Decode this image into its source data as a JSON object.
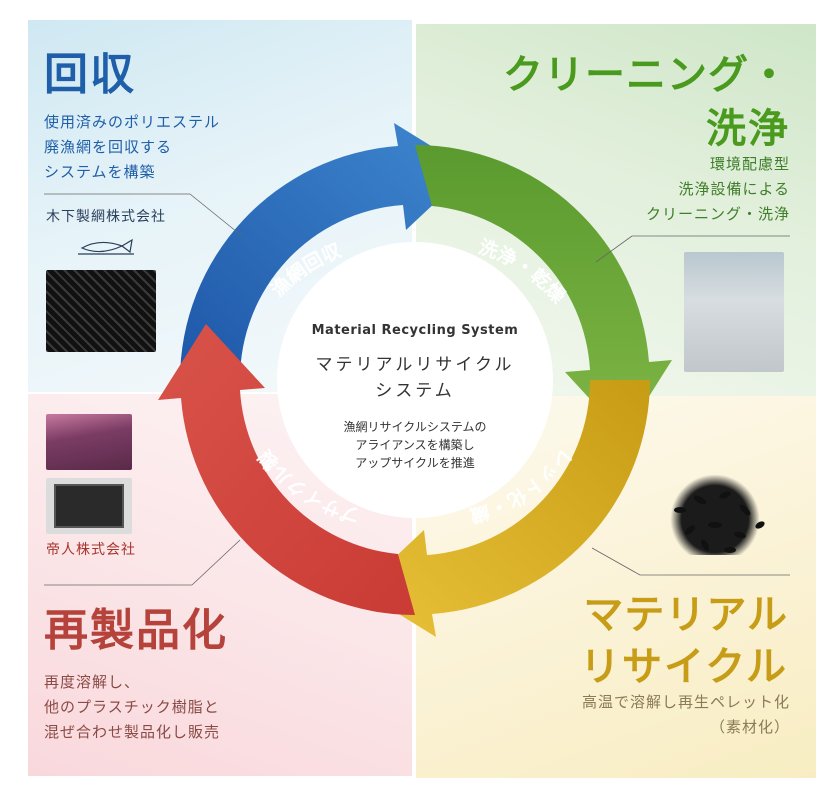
{
  "colors": {
    "blue": "#2a6fbd",
    "green": "#6ba83a",
    "yellow": "#d9ab1c",
    "red": "#c8403a"
  },
  "quadrants": {
    "collection": {
      "title": "回収",
      "description": [
        "使用済みのポリエステル",
        "廃漁網を回収する",
        "システムを構築"
      ],
      "company": "木下製網株式会社",
      "arrow_label": "漁網回収"
    },
    "cleaning": {
      "title_line1": "クリーニング・",
      "title_line2": "洗浄",
      "description": [
        "環境配慮型",
        "洗浄設備による",
        "クリーニング・洗浄"
      ],
      "arrow_label": "洗浄・乾燥"
    },
    "material": {
      "title_line1": "マテリアル",
      "title_line2": "リサイクル",
      "description": [
        "高温で溶解し再生ペレット化",
        "（素材化）"
      ],
      "arrow_label": "リペレット化・繊維化"
    },
    "remanufacture": {
      "title": "再製品化",
      "description": [
        "再度溶解し、",
        "他のプラスチック樹脂と",
        "混ぜ合わせ製品化し販売"
      ],
      "company": "帝人株式会社",
      "arrow_label": "アップサイクル製品化"
    }
  },
  "center": {
    "title_en": "Material Recycling System",
    "title_jp_line1": "マテリアルリサイクル",
    "title_jp_line2": "システム",
    "description": [
      "漁網リサイクルシステムの",
      "アライアンスを構築し",
      "アップサイクルを推進"
    ]
  }
}
